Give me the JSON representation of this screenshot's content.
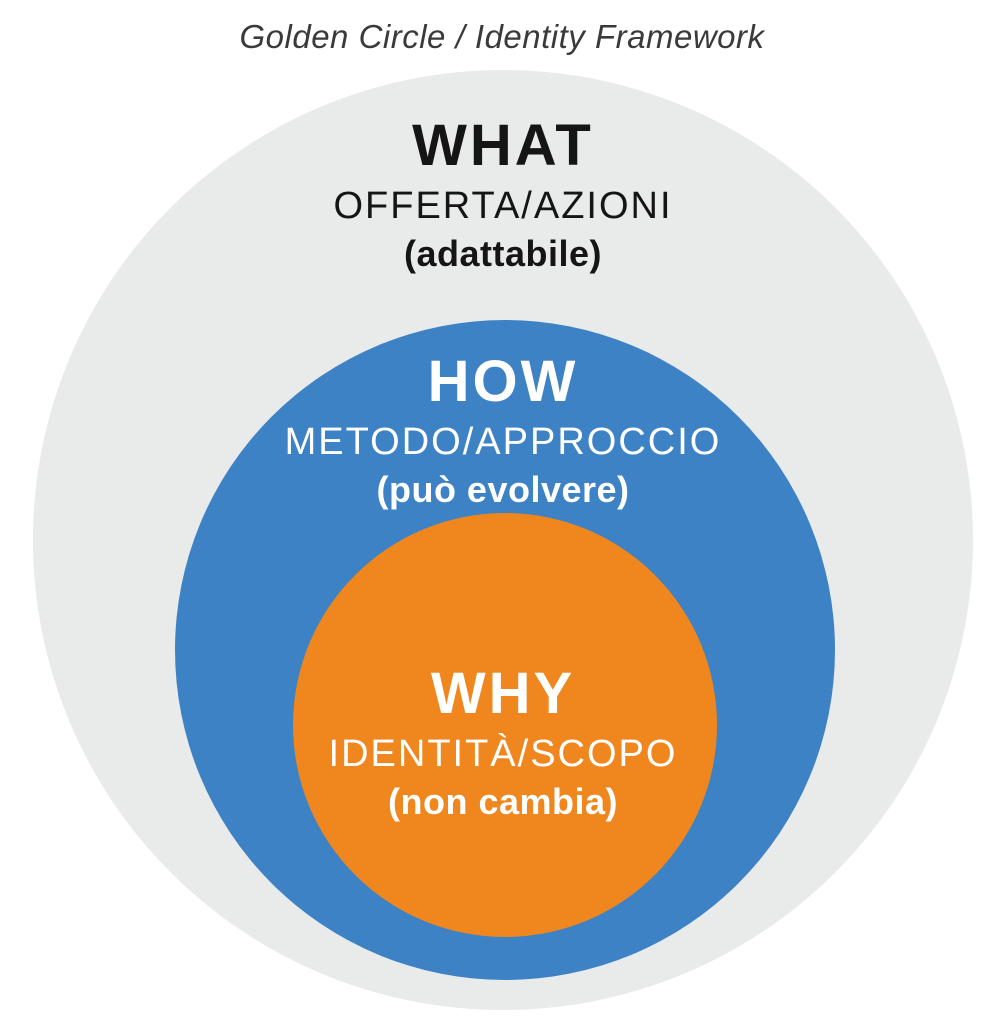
{
  "title": "Golden Circle / Identity Framework",
  "colors": {
    "background": "#ffffff",
    "outer_circle": "#e9eaea",
    "middle_circle": "#3d82c4",
    "inner_circle": "#f0871e",
    "title_text": "#3a3a3a",
    "dark_text": "#151515",
    "light_text": "#ffffff"
  },
  "rings": [
    {
      "id": "what",
      "label": "WHAT",
      "subtitle": "OFFERTA/AZIONI",
      "note": "(adattabile)"
    },
    {
      "id": "how",
      "label": "HOW",
      "subtitle": "METODO/APPROCCIO",
      "note": "(può evolvere)"
    },
    {
      "id": "why",
      "label": "WHY",
      "subtitle": "IDENTITÀ/SCOPO",
      "note": "(non cambia)"
    }
  ]
}
